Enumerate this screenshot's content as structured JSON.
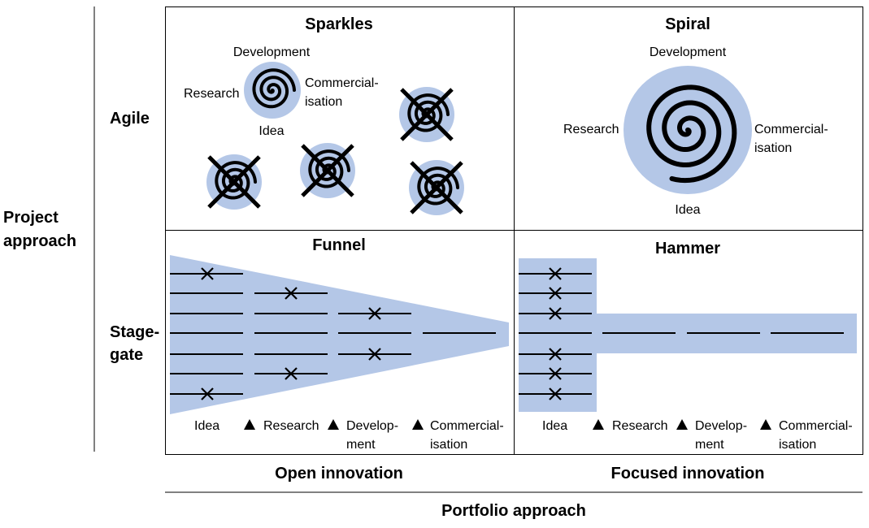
{
  "axes": {
    "project_approach": [
      "Project",
      "approach"
    ],
    "portfolio_approach": "Portfolio approach",
    "rows": {
      "agile": "Agile",
      "stagegate": [
        "Stage-",
        "gate"
      ]
    },
    "columns": {
      "open": "Open innovation",
      "focused": "Focused innovation"
    }
  },
  "quadrants": {
    "sparkles": {
      "title": "Sparkles",
      "labels": {
        "top": "Development",
        "left": "Research",
        "right": [
          "Commercial-",
          "isation"
        ],
        "bottom": "Idea"
      }
    },
    "spiral": {
      "title": "Spiral",
      "labels": {
        "top": "Development",
        "left": "Research",
        "right": [
          "Commercial-",
          "isation"
        ],
        "bottom": "Idea"
      }
    },
    "funnel": {
      "title": "Funnel",
      "stages": [
        {
          "text": [
            "Idea"
          ]
        },
        {
          "text": [
            "Research"
          ]
        },
        {
          "text": [
            "Develop-",
            "ment"
          ]
        },
        {
          "text": [
            "Commercial-",
            "isation"
          ]
        }
      ]
    },
    "hammer": {
      "title": "Hammer",
      "stages": [
        {
          "text": [
            "Idea"
          ]
        },
        {
          "text": [
            "Research"
          ]
        },
        {
          "text": [
            "Develop-",
            "ment"
          ]
        },
        {
          "text": [
            "Commercial-",
            "isation"
          ]
        }
      ]
    }
  },
  "colors": {
    "fill": "#b4c7e7",
    "ink": "#000000",
    "grid": "#000000"
  },
  "icons": {
    "stopped_marker": "cross-mark-icon",
    "stage_gate": "triangle-gate-icon",
    "project": "spiral-icon"
  }
}
